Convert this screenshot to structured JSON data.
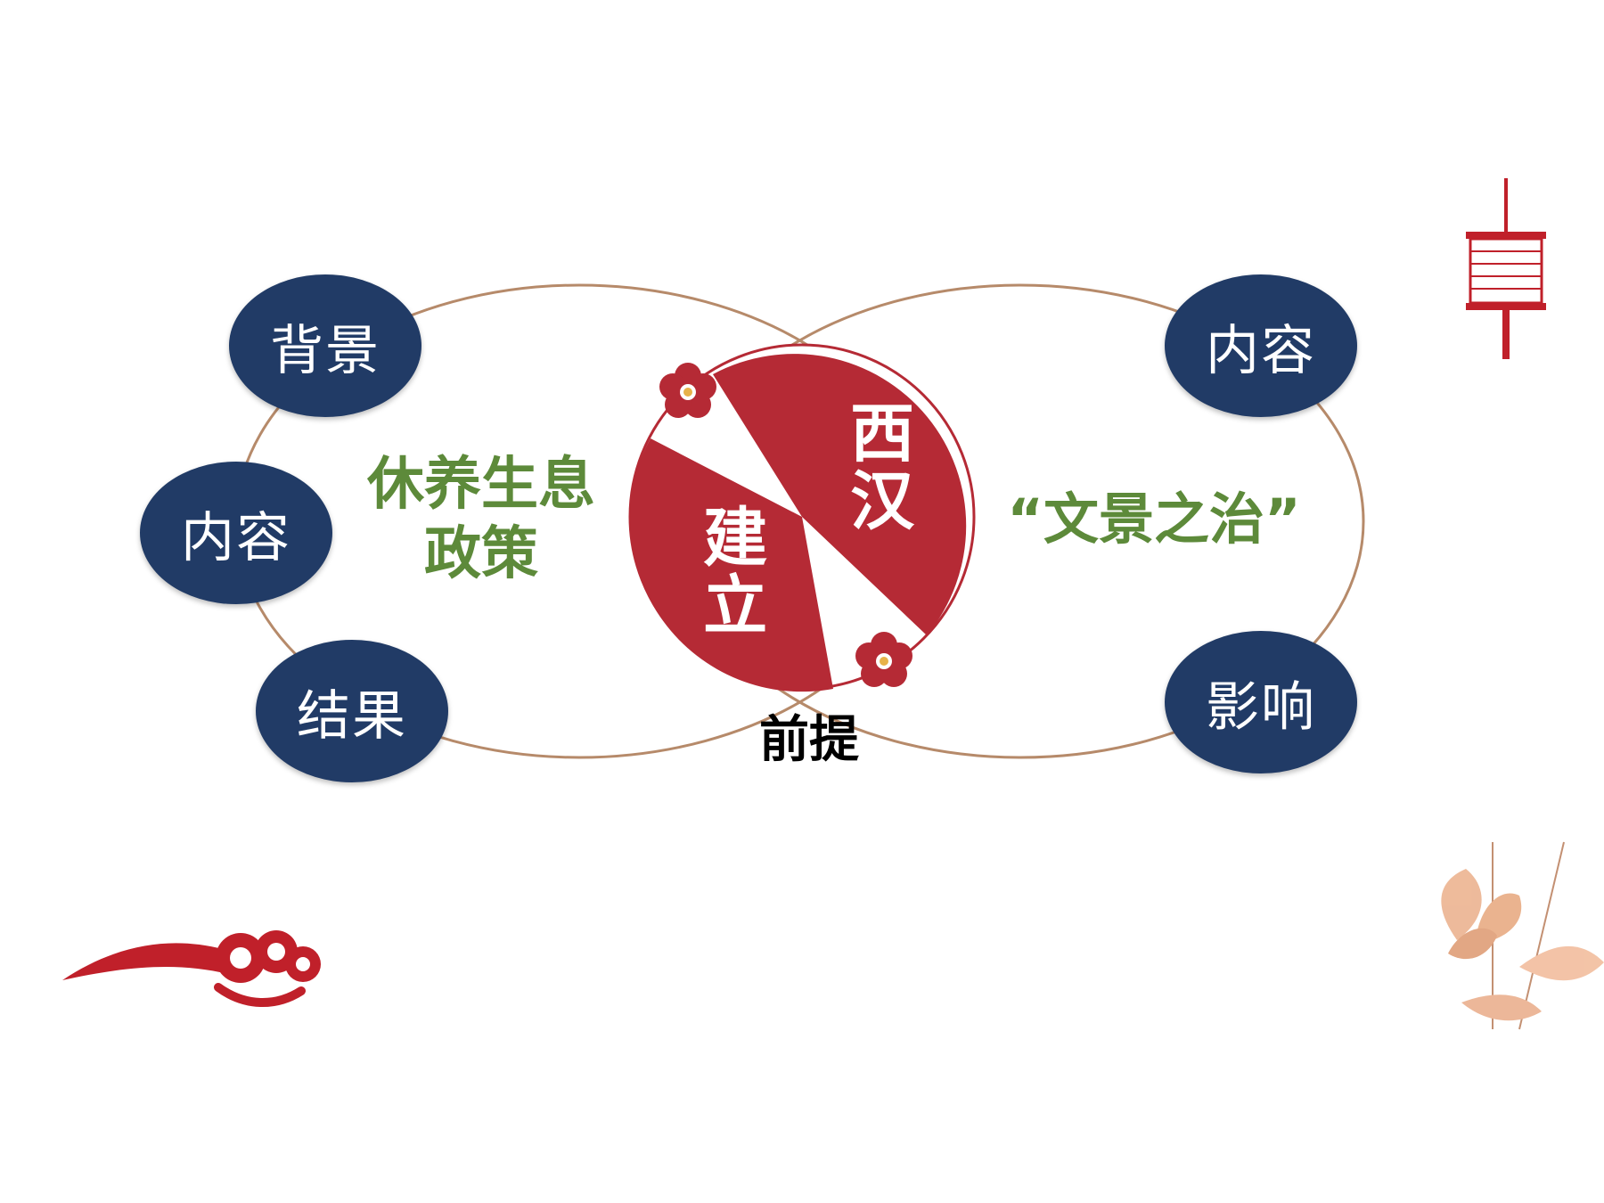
{
  "title_center": {
    "top": "西汉",
    "bottom": "建立"
  },
  "premise_label": "前提",
  "left": {
    "policy_line1": "休养生息",
    "policy_line2": "政策",
    "nodes": [
      "背景",
      "内容",
      "结果"
    ]
  },
  "right": {
    "policy": "“文景之治”",
    "nodes": [
      "内容",
      "影响"
    ]
  },
  "colors": {
    "navy": "#213b66",
    "crimson": "#b52a35",
    "green": "#5d8a3a",
    "ring": "#b68a6a"
  },
  "icons": [
    "red-lantern-icon",
    "plum-blossom-icon",
    "auspicious-cloud-icon",
    "lotus-flower-icon"
  ]
}
